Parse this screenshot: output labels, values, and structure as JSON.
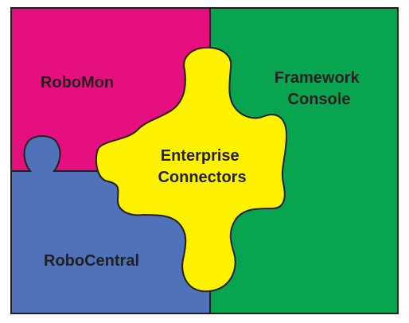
{
  "pieces": [
    {
      "id": "robomon",
      "label_lines": [
        "RoboMon"
      ],
      "color": "#e50f7f"
    },
    {
      "id": "framework-console",
      "label_lines": [
        "Framework",
        "Console"
      ],
      "color": "#09a450"
    },
    {
      "id": "robocentral",
      "label_lines": [
        "RoboCentral"
      ],
      "color": "#4f72b8"
    },
    {
      "id": "enterprise-connectors",
      "label_lines": [
        "Enterprise",
        "Connectors"
      ],
      "color": "#fff200"
    }
  ],
  "outline_color": "#231f20"
}
